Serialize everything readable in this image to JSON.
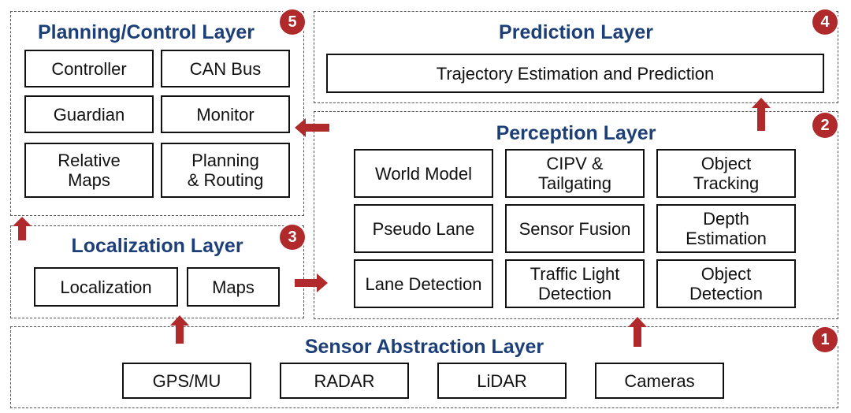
{
  "colors": {
    "title": "#1c3f78",
    "badge": "#b02a2c",
    "arrow": "#b02a2c"
  },
  "planning": {
    "title": "Planning/Control Layer",
    "badge": "5",
    "modules": [
      "Controller",
      "CAN Bus",
      "Guardian",
      "Monitor",
      "Relative\nMaps",
      "Planning\n& Routing"
    ]
  },
  "prediction": {
    "title": "Prediction Layer",
    "badge": "4",
    "modules": [
      "Trajectory Estimation and Prediction"
    ]
  },
  "perception": {
    "title": "Perception Layer",
    "badge": "2",
    "modules": [
      "World Model",
      "CIPV &\nTailgating",
      "Object\nTracking",
      "Pseudo Lane",
      "Sensor Fusion",
      "Depth\nEstimation",
      "Lane Detection",
      "Traffic Light\nDetection",
      "Object\nDetection"
    ]
  },
  "localization": {
    "title": "Localization Layer",
    "badge": "3",
    "modules": [
      "Localization",
      "Maps"
    ]
  },
  "sensor": {
    "title": "Sensor Abstraction Layer",
    "badge": "1",
    "modules": [
      "GPS/MU",
      "RADAR",
      "LiDAR",
      "Cameras"
    ]
  }
}
